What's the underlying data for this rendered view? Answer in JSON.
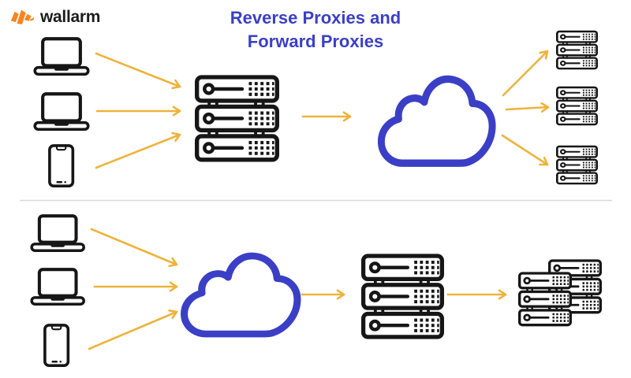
{
  "logo": {
    "text": "wallarm",
    "icon": "wallarm-mark-icon",
    "icon_color": "#F6861F",
    "text_color": "#1C1C1C"
  },
  "title": {
    "line1": "Reverse Proxies and",
    "line2": "Forward Proxies",
    "color": "#3B3FC6"
  },
  "colors": {
    "background": "#FFFFFF",
    "icon_ink": "#161616",
    "arrow_amber": "#EDB33B",
    "cloud_blue": "#3B3FC6",
    "divider_gray": "#D9D9D9",
    "logo_orange": "#F6861F"
  },
  "diagram": {
    "top_flow": {
      "clients": [
        "laptop-icon",
        "laptop-icon",
        "smartphone-icon"
      ],
      "proxy": "server-rack-icon",
      "network": "cloud-icon",
      "servers": [
        "server-rack-icon",
        "server-rack-icon",
        "server-rack-icon"
      ]
    },
    "bottom_flow": {
      "clients": [
        "laptop-icon",
        "laptop-icon",
        "smartphone-icon"
      ],
      "network": "cloud-icon",
      "proxy": "server-rack-icon",
      "servers": [
        "server-cluster-icon"
      ]
    }
  }
}
